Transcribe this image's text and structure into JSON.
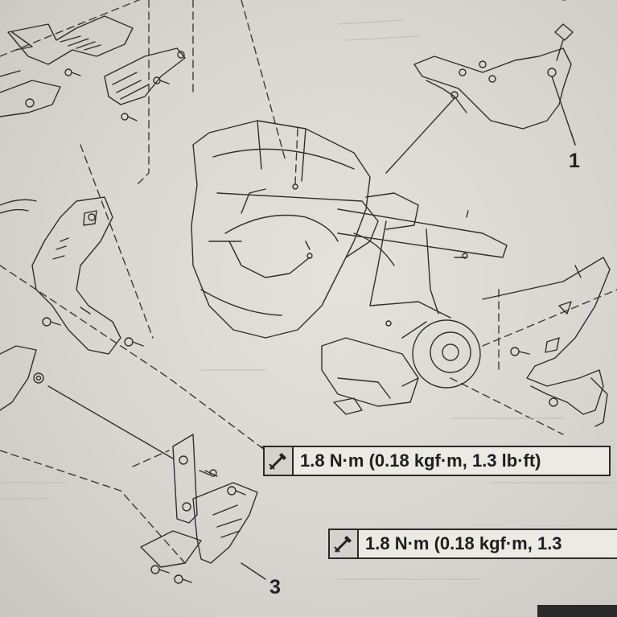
{
  "diagram": {
    "callouts": [
      "1",
      "3"
    ],
    "torque_labels": [
      "1.8 N·m (0.18 kgf·m, 1.3 lb·ft)",
      "1.8 N·m (0.18 kgf·m, 1.3"
    ],
    "icons": [
      "torque-wrench-icon"
    ],
    "colors": {
      "line": "#2a2a2a",
      "paper": "#e3e1dc",
      "label_bg": "#eceae5"
    }
  }
}
